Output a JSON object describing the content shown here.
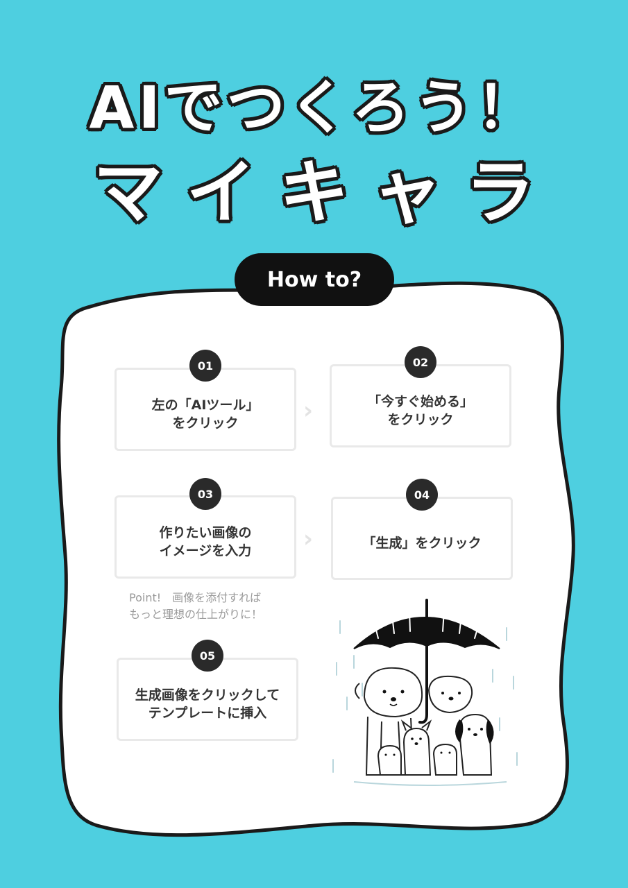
{
  "title": {
    "line1": "AIでつくろう！",
    "line2": "マイキャラ"
  },
  "howto_label": "How to?",
  "steps": [
    {
      "number": "01",
      "text": "左の「AIツール」\nをクリック"
    },
    {
      "number": "02",
      "text": "「今すぐ始める」\nをクリック"
    },
    {
      "number": "03",
      "text": "作りたい画像の\nイメージを入力"
    },
    {
      "number": "04",
      "text": "「生成」をクリック"
    },
    {
      "number": "05",
      "text": "生成画像をクリックして\nテンプレートに挿入"
    }
  ],
  "point_note": "Point!　画像を添付すれば\nもっと理想の仕上がりに！",
  "illustration": {
    "icon": "dogs-under-umbrella-illustration"
  },
  "colors": {
    "background": "#4ecfe0",
    "card": "#ffffff",
    "outline": "#1a1a1a",
    "badge": "#2a2a2a"
  }
}
